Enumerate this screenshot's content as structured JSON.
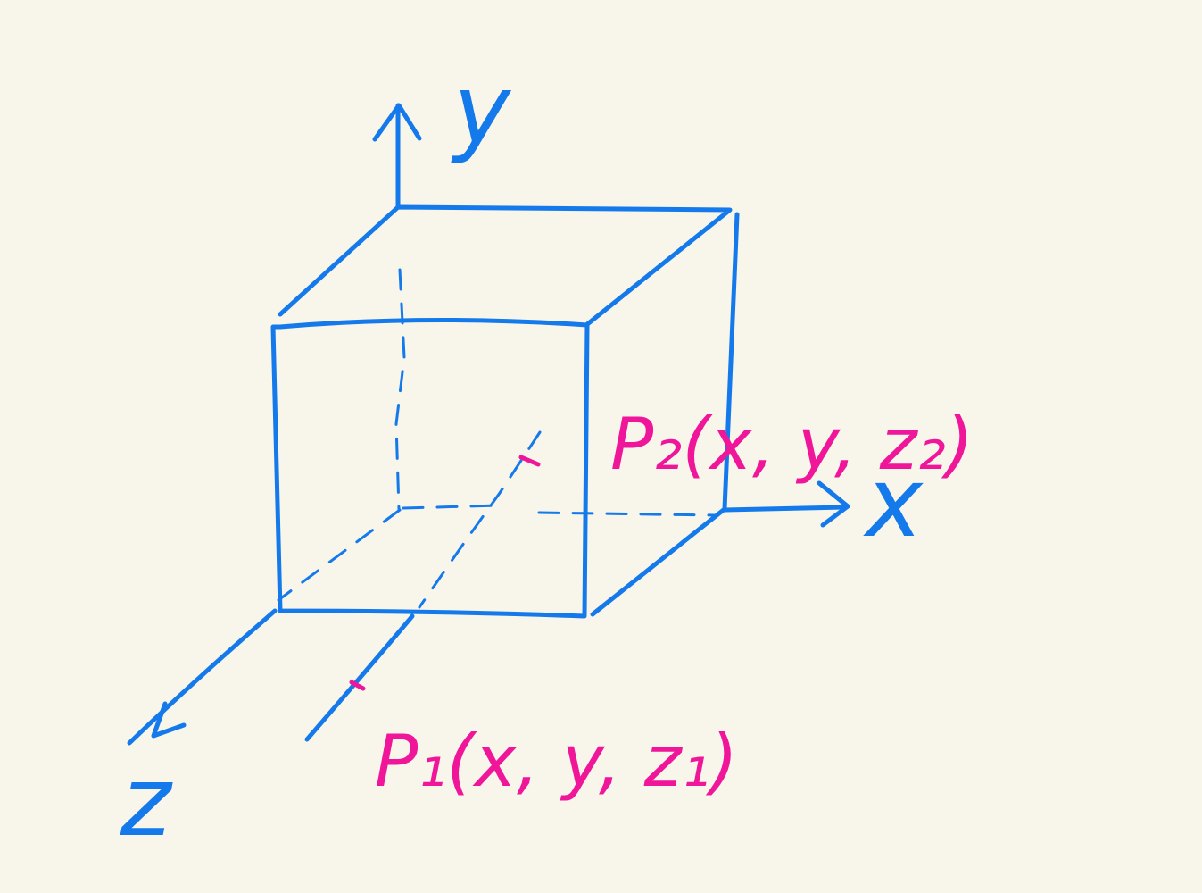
{
  "diagram": {
    "background_color": "#F8F5EB",
    "axis_color": "#1479EA",
    "point_color": "#F0169A",
    "axes": {
      "x_label": "x",
      "y_label": "y",
      "z_label": "z"
    },
    "points": {
      "p1_label": "P₁(x, y, z₁)",
      "p2_label": "P₂(x, y, z₂)"
    }
  }
}
